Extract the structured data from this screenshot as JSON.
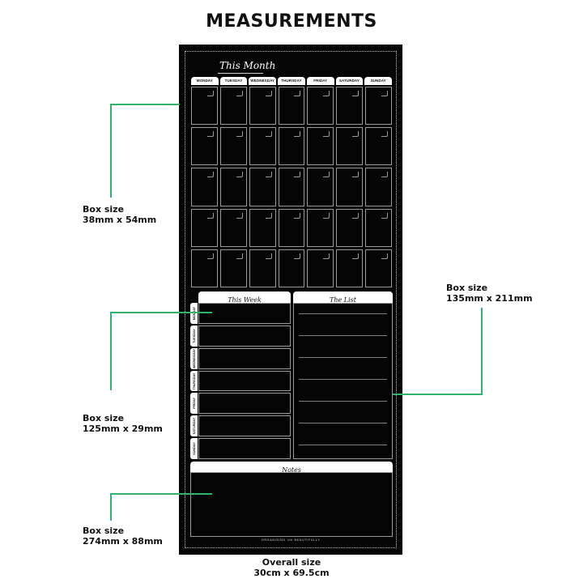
{
  "heading": "MEASUREMENTS",
  "board": {
    "month_title": "This Month",
    "days": [
      "MONDAY",
      "TUESDAY",
      "WEDNESDAY",
      "THURSDAY",
      "FRIDAY",
      "SATURDAY",
      "SUNDAY"
    ],
    "week_title": "This Week",
    "week_days": [
      "MONDAY",
      "TUESDAY",
      "WEDNESDAY",
      "THURSDAY",
      "FRIDAY",
      "SATURDAY",
      "SUNDAY"
    ],
    "list_title": "The List",
    "notes_title": "Notes",
    "brand": "ORGANISING life BEAUTIFULLY"
  },
  "measurements": {
    "month_box": {
      "label": "Box size",
      "size": "38mm x 54mm"
    },
    "list_box": {
      "label": "Box size",
      "size": "135mm x 211mm"
    },
    "week_box": {
      "label": "Box size",
      "size": "125mm x 29mm"
    },
    "notes_box": {
      "label": "Box size",
      "size": "274mm x 88mm"
    },
    "overall": {
      "label": "Overall size",
      "size": "30cm x 69.5cm"
    }
  },
  "colors": {
    "accent": "#2fb36d",
    "board": "#050505"
  }
}
